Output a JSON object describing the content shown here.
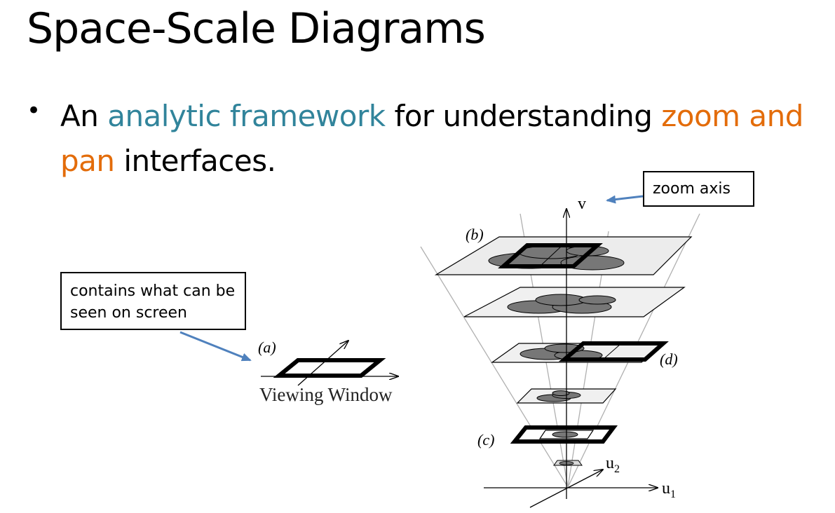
{
  "slide": {
    "title": "Space-Scale Diagrams",
    "bullet": {
      "symbol": "•",
      "parts": [
        {
          "text": "An ",
          "style": "plain"
        },
        {
          "text": "analytic framework",
          "style": "teal"
        },
        {
          "text": " for understanding ",
          "style": "plain"
        },
        {
          "text": "zoom and pan",
          "style": "orange"
        },
        {
          "text": " interfaces.",
          "style": "plain"
        }
      ]
    }
  },
  "colors": {
    "teal": "#31849b",
    "orange": "#e36c0a",
    "arrow_blue": "#4f81bd"
  },
  "diagram": {
    "callouts": {
      "screen": "contains what can be seen on screen",
      "zoom": "zoom axis"
    },
    "labels": {
      "a": "(a)",
      "b": "(b)",
      "c": "(c)",
      "d": "(d)",
      "v": "v",
      "u1": "u",
      "u1_sub": "1",
      "u2": "u",
      "u2_sub": "2",
      "viewing_window": "Viewing Window"
    }
  }
}
